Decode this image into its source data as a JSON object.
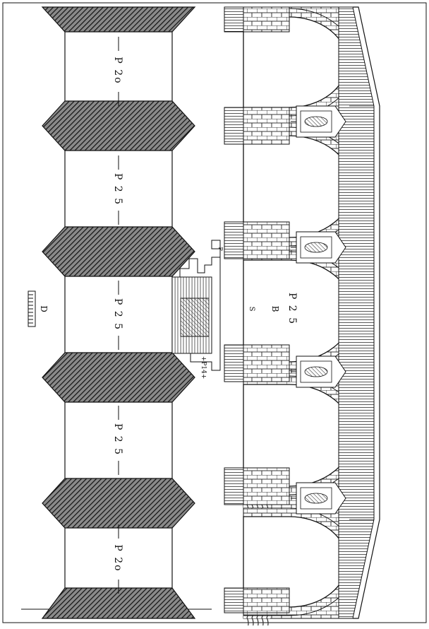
{
  "plan": {
    "span_labels": [
      {
        "letter": "P",
        "number": "20",
        "number_display": "2o"
      },
      {
        "letter": "P",
        "number": "25",
        "number_display": "2 5"
      },
      {
        "letter": "P",
        "number": "25",
        "number_display": "2 5"
      },
      {
        "letter": "P",
        "number": "25",
        "number_display": "2 5"
      },
      {
        "letter": "P",
        "number": "20",
        "number_display": "2o"
      }
    ],
    "scale_letter": "D"
  },
  "elevation": {
    "letter_b": "B",
    "letter_s": "S",
    "arch_span": "P 2 5",
    "pier_note": "+P14+",
    "mark_p": "P"
  },
  "colors": {
    "ink": "#111111",
    "paper": "#ffffff"
  }
}
